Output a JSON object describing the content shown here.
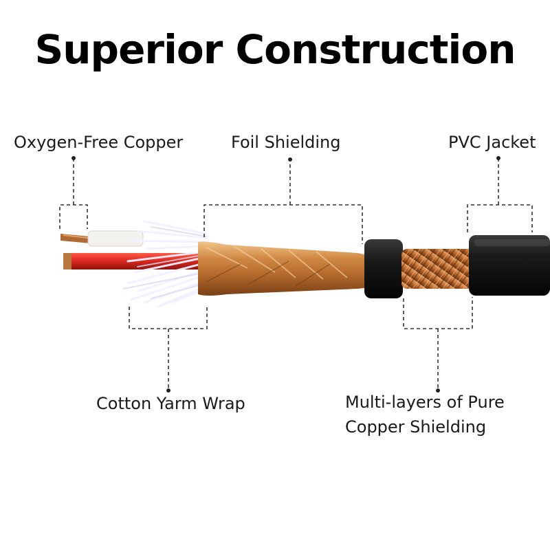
{
  "title": "Superior Construction",
  "labels": {
    "oxygen_free_copper": "Oxygen-Free Copper",
    "foil_shielding": "Foil Shielding",
    "pvc_jacket": "PVC Jacket",
    "cotton_yarn_wrap": "Cotton Yarm Wrap",
    "copper_shielding_line1": "Multi-layers of Pure",
    "copper_shielding_line2": "Copper Shielding"
  },
  "colors": {
    "copper": "#c87a3c",
    "red_wire": "#d8271e",
    "white_wire": "#f4f2ee",
    "jacket": "#151515",
    "leader_line": "#333333"
  }
}
